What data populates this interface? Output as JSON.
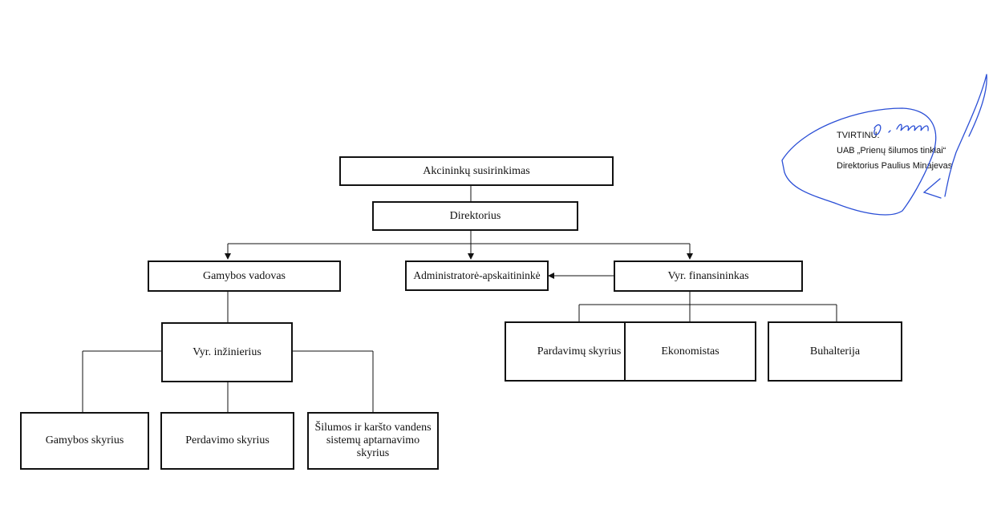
{
  "approval": {
    "line1": "TVIRTINU:",
    "line2": "UAB „Prienų šilumos tinklai“",
    "line3": "Direktorius Paulius Minajevas"
  },
  "nodes": {
    "shareholders": "Akcininkų susirinkimas",
    "director": "Direktorius",
    "production_head": "Gamybos vadovas",
    "administrator": "Administratorė-apskaitininkė",
    "chief_financier": "Vyr. finansininkas",
    "chief_engineer": "Vyr. inžinierius",
    "sales_dept": "Pardavimų skyrius",
    "economist": "Ekonomistas",
    "accounting": "Buhalterija",
    "production_dept": "Gamybos skyrius",
    "transmission_dept": "Perdavimo skyrius",
    "heat_water_service_dept": "Šilumos ir karšto vandens sistemų aptarnavimo skyrius"
  },
  "colors": {
    "line": "#111111",
    "signature": "#2b4fd6"
  }
}
